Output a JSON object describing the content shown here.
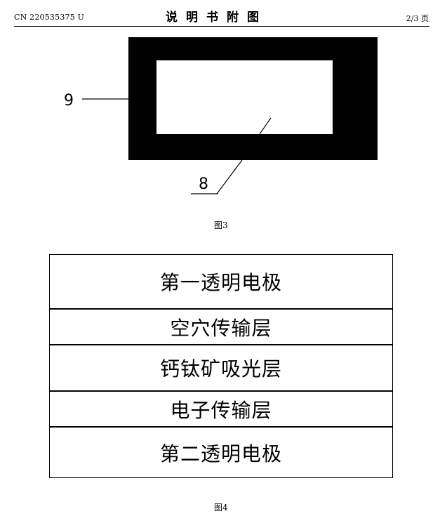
{
  "header": {
    "patent_number": "CN 220535375 U",
    "title": "说明书附图",
    "page": "2/3 页"
  },
  "figure3": {
    "label_outer": "9",
    "label_inner": "8",
    "caption": "图3",
    "colors": {
      "frame": "#000000",
      "window": "#ffffff"
    }
  },
  "figure4": {
    "layers": [
      "第一透明电极",
      "空穴传输层",
      "钙钛矿吸光层",
      "电子传输层",
      "第二透明电极"
    ],
    "caption": "图4"
  }
}
